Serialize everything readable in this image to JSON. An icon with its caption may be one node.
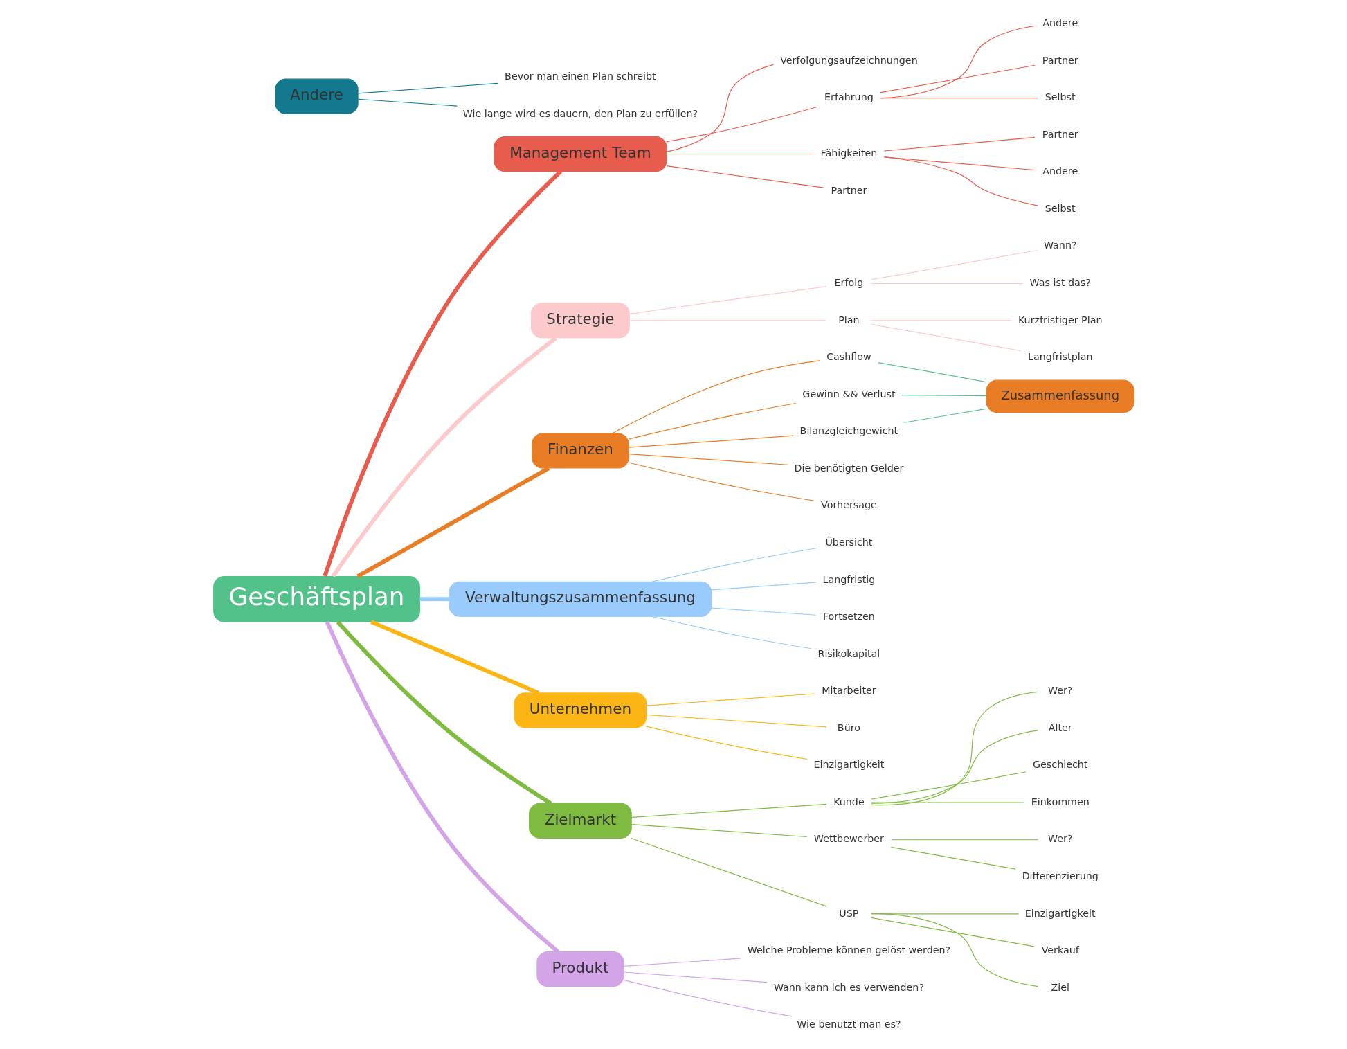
{
  "diagram": {
    "nodes": [
      {
        "text": [
          "Geschäftsplan"
        ]
      },
      {
        "text": [
          "Management Team"
        ]
      },
      {
        "text": [
          "Verfolgungsaufzeichnungen"
        ]
      },
      {
        "text": [
          "Erfahrung"
        ]
      },
      {
        "text": [
          "Andere"
        ]
      },
      {
        "text": [
          "Partner"
        ]
      },
      {
        "text": [
          "Selbst"
        ]
      },
      {
        "text": [
          "Fähigkeiten"
        ]
      },
      {
        "text": [
          "Partner"
        ]
      },
      {
        "text": [
          "Andere"
        ]
      },
      {
        "text": [
          "Selbst"
        ]
      },
      {
        "text": [
          "Partner"
        ]
      },
      {
        "text": [
          "Strategie"
        ]
      },
      {
        "text": [
          "Erfolg"
        ]
      },
      {
        "text": [
          "Wann?"
        ]
      },
      {
        "text": [
          "Was ist das?"
        ]
      },
      {
        "text": [
          "Plan"
        ]
      },
      {
        "text": [
          "Kurzfristiger Plan"
        ]
      },
      {
        "text": [
          "Langfristplan"
        ]
      },
      {
        "text": [
          "Finanzen"
        ]
      },
      {
        "text": [
          "Cashflow"
        ]
      },
      {
        "text": [
          "Gewinn && Verlust"
        ]
      },
      {
        "text": [
          "Bilanzgleichgewicht"
        ]
      },
      {
        "text": [
          "Die benötigten Gelder"
        ]
      },
      {
        "text": [
          "Vorhersage"
        ]
      },
      {
        "text": [
          "Zusammenfassung"
        ]
      },
      {
        "text": [
          "Verwaltungszusammenfassung"
        ]
      },
      {
        "text": [
          "Übersicht"
        ]
      },
      {
        "text": [
          "Langfristig"
        ]
      },
      {
        "text": [
          "Fortsetzen"
        ]
      },
      {
        "text": [
          "Risikokapital"
        ]
      },
      {
        "text": [
          "Unternehmen"
        ]
      },
      {
        "text": [
          "Mitarbeiter"
        ]
      },
      {
        "text": [
          "Büro"
        ]
      },
      {
        "text": [
          "Einzigartigkeit"
        ]
      },
      {
        "text": [
          "Zielmarkt"
        ]
      },
      {
        "text": [
          "Kunde"
        ]
      },
      {
        "text": [
          "Wer?"
        ]
      },
      {
        "text": [
          "Alter"
        ]
      },
      {
        "text": [
          "Geschlecht"
        ]
      },
      {
        "text": [
          "Einkommen"
        ]
      },
      {
        "text": [
          "Wettbewerber"
        ]
      },
      {
        "text": [
          "Wer?"
        ]
      },
      {
        "text": [
          "Differenzierung"
        ]
      },
      {
        "text": [
          "USP"
        ]
      },
      {
        "text": [
          "Einzigartigkeit"
        ]
      },
      {
        "text": [
          "Verkauf"
        ]
      },
      {
        "text": [
          "Ziel"
        ]
      },
      {
        "text": [
          "Produkt"
        ]
      },
      {
        "text": [
          "Welche Probleme können gelöst werden?"
        ]
      },
      {
        "text": [
          "Wann kann ich es verwenden?"
        ]
      },
      {
        "text": [
          "Wie benutzt man es?"
        ]
      },
      {
        "text": [
          "Andere"
        ]
      },
      {
        "text": [
          "Bevor man einen Plan schreibt"
        ]
      },
      {
        "text": [
          "Wie lange wird es dauern, den Plan zu erfüllen?"
        ]
      }
    ],
    "edges": [
      {
        "from": 0,
        "to": 1,
        "arrow": "none",
        "style": "thick",
        "color": "#e85c4d"
      },
      {
        "from": 1,
        "to": 2,
        "arrow": "none",
        "color": "#e85c4d"
      },
      {
        "from": 1,
        "to": 3,
        "arrow": "none",
        "color": "#e85c4d"
      },
      {
        "from": 3,
        "to": 4,
        "arrow": "none",
        "color": "#e85c4d"
      },
      {
        "from": 3,
        "to": 5,
        "arrow": "none",
        "color": "#e85c4d"
      },
      {
        "from": 3,
        "to": 6,
        "arrow": "none",
        "color": "#e85c4d"
      },
      {
        "from": 1,
        "to": 7,
        "arrow": "none",
        "color": "#e85c4d"
      },
      {
        "from": 7,
        "to": 8,
        "arrow": "none",
        "color": "#e85c4d"
      },
      {
        "from": 7,
        "to": 9,
        "arrow": "none",
        "color": "#e85c4d"
      },
      {
        "from": 7,
        "to": 10,
        "arrow": "none",
        "color": "#e85c4d"
      },
      {
        "from": 1,
        "to": 11,
        "arrow": "none",
        "color": "#e85c4d"
      },
      {
        "from": 0,
        "to": 12,
        "arrow": "none",
        "style": "thick",
        "color": "#fccacb"
      },
      {
        "from": 12,
        "to": 13,
        "arrow": "none",
        "color": "#fccacb"
      },
      {
        "from": 13,
        "to": 14,
        "arrow": "none",
        "color": "#fccacb"
      },
      {
        "from": 13,
        "to": 15,
        "arrow": "none",
        "color": "#fccacb"
      },
      {
        "from": 12,
        "to": 16,
        "arrow": "none",
        "color": "#fccacb"
      },
      {
        "from": 16,
        "to": 17,
        "arrow": "none",
        "color": "#fccacb"
      },
      {
        "from": 16,
        "to": 18,
        "arrow": "none",
        "color": "#fccacb"
      },
      {
        "from": 0,
        "to": 19,
        "arrow": "none",
        "style": "thick",
        "color": "#e87d25"
      },
      {
        "from": 19,
        "to": 20,
        "arrow": "none",
        "color": "#e87d25"
      },
      {
        "from": 19,
        "to": 21,
        "arrow": "none",
        "color": "#e87d25"
      },
      {
        "from": 19,
        "to": 22,
        "arrow": "none",
        "color": "#e87d25"
      },
      {
        "from": 19,
        "to": 23,
        "arrow": "none",
        "color": "#e87d25"
      },
      {
        "from": 19,
        "to": 24,
        "arrow": "none",
        "color": "#e87d25"
      },
      {
        "from": 20,
        "to": 25,
        "arrow": "none",
        "color": "#52c28a"
      },
      {
        "from": 21,
        "to": 25,
        "arrow": "none",
        "color": "#52c28a"
      },
      {
        "from": 22,
        "to": 25,
        "arrow": "none",
        "color": "#52c28a"
      },
      {
        "from": 0,
        "to": 26,
        "arrow": "none",
        "style": "thick",
        "color": "#99cbfc"
      },
      {
        "from": 26,
        "to": 27,
        "arrow": "none",
        "color": "#99cbfc"
      },
      {
        "from": 26,
        "to": 28,
        "arrow": "none",
        "color": "#99cbfc"
      },
      {
        "from": 26,
        "to": 29,
        "arrow": "none",
        "color": "#99cbfc"
      },
      {
        "from": 26,
        "to": 30,
        "arrow": "none",
        "color": "#99cbfc"
      },
      {
        "from": 0,
        "to": 31,
        "arrow": "none",
        "style": "thick",
        "color": "#fbb615"
      },
      {
        "from": 31,
        "to": 32,
        "arrow": "none",
        "color": "#fbb615"
      },
      {
        "from": 31,
        "to": 33,
        "arrow": "none",
        "color": "#fbb615"
      },
      {
        "from": 31,
        "to": 34,
        "arrow": "none",
        "color": "#fbb615"
      },
      {
        "from": 0,
        "to": 35,
        "arrow": "none",
        "style": "thick",
        "color": "#80bb41"
      },
      {
        "from": 35,
        "to": 36,
        "arrow": "none",
        "color": "#80bb41"
      },
      {
        "from": 36,
        "to": 37,
        "arrow": "none",
        "color": "#80bb41"
      },
      {
        "from": 36,
        "to": 38,
        "arrow": "none",
        "color": "#80bb41"
      },
      {
        "from": 36,
        "to": 39,
        "arrow": "none",
        "color": "#80bb41"
      },
      {
        "from": 36,
        "to": 40,
        "arrow": "none",
        "color": "#80bb41"
      },
      {
        "from": 35,
        "to": 41,
        "arrow": "none",
        "color": "#80bb41"
      },
      {
        "from": 41,
        "to": 42,
        "arrow": "none",
        "color": "#80bb41"
      },
      {
        "from": 41,
        "to": 43,
        "arrow": "none",
        "color": "#80bb41"
      },
      {
        "from": 35,
        "to": 44,
        "arrow": "none",
        "color": "#80bb41"
      },
      {
        "from": 44,
        "to": 45,
        "arrow": "none",
        "color": "#80bb41"
      },
      {
        "from": 44,
        "to": 46,
        "arrow": "none",
        "color": "#80bb41"
      },
      {
        "from": 44,
        "to": 47,
        "arrow": "none",
        "color": "#80bb41"
      },
      {
        "from": 0,
        "to": 48,
        "arrow": "none",
        "style": "thick",
        "color": "#d3a4e8"
      },
      {
        "from": 48,
        "to": 49,
        "arrow": "none",
        "color": "#d3a4e8"
      },
      {
        "from": 48,
        "to": 50,
        "arrow": "none",
        "color": "#d3a4e8"
      },
      {
        "from": 48,
        "to": 51,
        "arrow": "none",
        "color": "#d3a4e8"
      },
      {
        "from": 52,
        "to": 53,
        "arrow": "none",
        "color": "#12798f"
      },
      {
        "from": 52,
        "to": 54,
        "arrow": "none",
        "color": "#12798f"
      }
    ]
  }
}
